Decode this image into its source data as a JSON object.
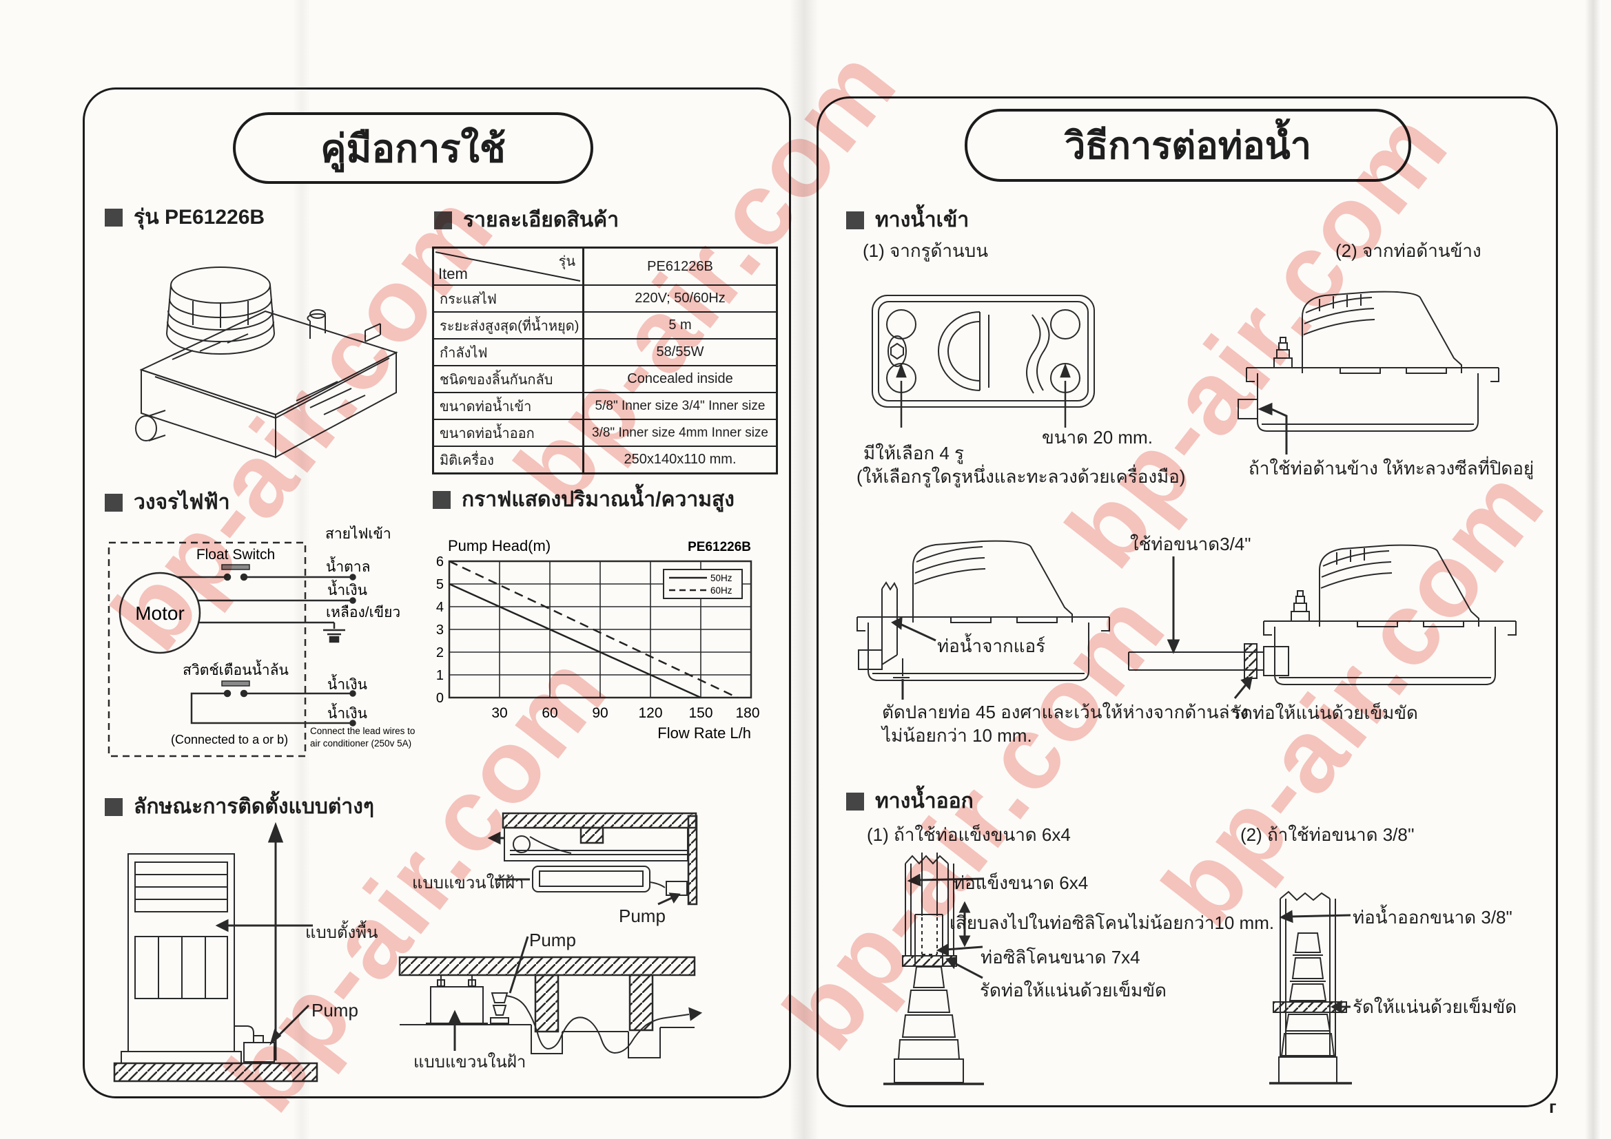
{
  "watermark": {
    "text": "bp-air.com",
    "color": "#ef8e85"
  },
  "left_page": {
    "title": "คู่มือการใช้",
    "model_section": {
      "label": "รุ่น PE61226B"
    },
    "details_section": {
      "label": "รายละเอียดสินค้า",
      "table": {
        "header": {
          "item_label": "Item",
          "model_label": "รุ่น",
          "model_value": "PE61226B"
        },
        "rows": [
          {
            "label": "กระแสไฟ",
            "value": "220V; 50/60Hz"
          },
          {
            "label": "ระยะส่งสูงสุด(ที่น้ำหยุด)",
            "value": "5 m"
          },
          {
            "label": "กำลังไฟ",
            "value": "58/55W"
          },
          {
            "label": "ชนิดของลิ้นกันกลับ",
            "value": "Concealed inside"
          },
          {
            "label": "ขนาดท่อน้ำเข้า",
            "value": "5/8\" Inner size  3/4\" Inner size"
          },
          {
            "label": "ขนาดท่อน้ำออก",
            "value": "3/8\" Inner size 4mm Inner size"
          },
          {
            "label": "มิติเครื่อง",
            "value": "250x140x110 mm."
          }
        ]
      }
    },
    "circuit_section": {
      "label": "วงจรไฟฟ้า",
      "motor": "Motor",
      "float_switch": "Float Switch",
      "power_in": "สายไฟเข้า",
      "wire_brown": "น้ำตาล",
      "wire_blue": "น้ำเงิน",
      "wire_yellow_green": "เหลือง/เขียว",
      "overflow_switch": "สวิตช์เตือนน้ำล้น",
      "wire_blue2": "น้ำเงิน",
      "wire_blue3": "น้ำเงิน",
      "connected_note": "(Connected to a or b)",
      "connect_note_line1": "Connect the lead wires to",
      "connect_note_line2": "air conditioner (250v 5A)"
    },
    "graph_section": {
      "label": "กราฟแสดงปริมาณน้ำ/ความสูง"
    },
    "install_section": {
      "label": "ลักษณะการติดตั้งแบบต่างๆ",
      "floor_label": "แบบตั้งพื้น",
      "pump_label": "Pump",
      "under_ceiling_label": "แบบแขวนใต้ฝ้า",
      "in_ceiling_label": "แบบแขวนในฝ้า"
    }
  },
  "chart_data": {
    "type": "line",
    "title": "กราฟแสดงปริมาณน้ำ/ความสูง",
    "model": "PE61226B",
    "xlabel": "Flow Rate L/h",
    "ylabel": "Pump Head(m)",
    "xlim": [
      0,
      180
    ],
    "ylim": [
      0,
      6
    ],
    "x_ticks": [
      30,
      60,
      90,
      120,
      150,
      180
    ],
    "y_ticks_desc": [
      6,
      5,
      4,
      3,
      2,
      1,
      0
    ],
    "grid": true,
    "legend_position": "top-right",
    "series": [
      {
        "name": "50Hz",
        "style": "solid",
        "points": [
          [
            0,
            5
          ],
          [
            150,
            0
          ]
        ]
      },
      {
        "name": "60Hz",
        "style": "dashed",
        "points": [
          [
            0,
            6
          ],
          [
            172,
            0
          ]
        ]
      }
    ]
  },
  "right_page": {
    "title": "วิธีการต่อท่อน้ำ",
    "inlet_section": {
      "label": "ทางน้ำเข้า",
      "item1": "(1) จากรูด้านบน",
      "item2": "(2) จากท่อด้านข้าง",
      "size_label": "ขนาด 20 mm.",
      "holes_label": "มีให้เลือก 4 รู",
      "holes_note": "(ให้เลือกรูใดรูหนึ่งและทะลวงด้วยเครื่องมือ)",
      "side_pipe_note": "ถ้าใช้ท่อด้านข้าง ให้ทะลวงซีลที่ปิดอยู่",
      "use_pipe_34": "ใช้ท่อขนาด3/4\"",
      "pipe_from_ac": "ท่อน้ำจากแอร์",
      "cut_note_line1": "ตัดปลายท่อ 45 องศาและเว้นให้ห่างจากด้านล่าง",
      "cut_note_line2": "ไม่น้อยกว่า 10 mm.",
      "clamp_note": "รัดท่อให้แน่นด้วยเข็มขัด"
    },
    "outlet_section": {
      "label": "ทางน้ำออก",
      "item1": "(1) ถ้าใช้ท่อแข็งขนาด 6x4",
      "item2": "(2) ถ้าใช้ท่อขนาด 3/8''",
      "rigid_pipe": "ท่อแข็งขนาด 6x4",
      "insert_note": "เสียบลงไปในท่อซิลิโคนไม่น้อยกว่า10 mm.",
      "silicone_pipe": "ท่อซิลิโคนขนาด 7x4",
      "clamp_note1": "รัดท่อให้แน่นด้วยเข็มขัด",
      "outlet_pipe": "ท่อน้ำออกขนาด 3/8\"",
      "clamp_note2": "รัดให้แน่นด้วยเข็มขัด"
    }
  }
}
